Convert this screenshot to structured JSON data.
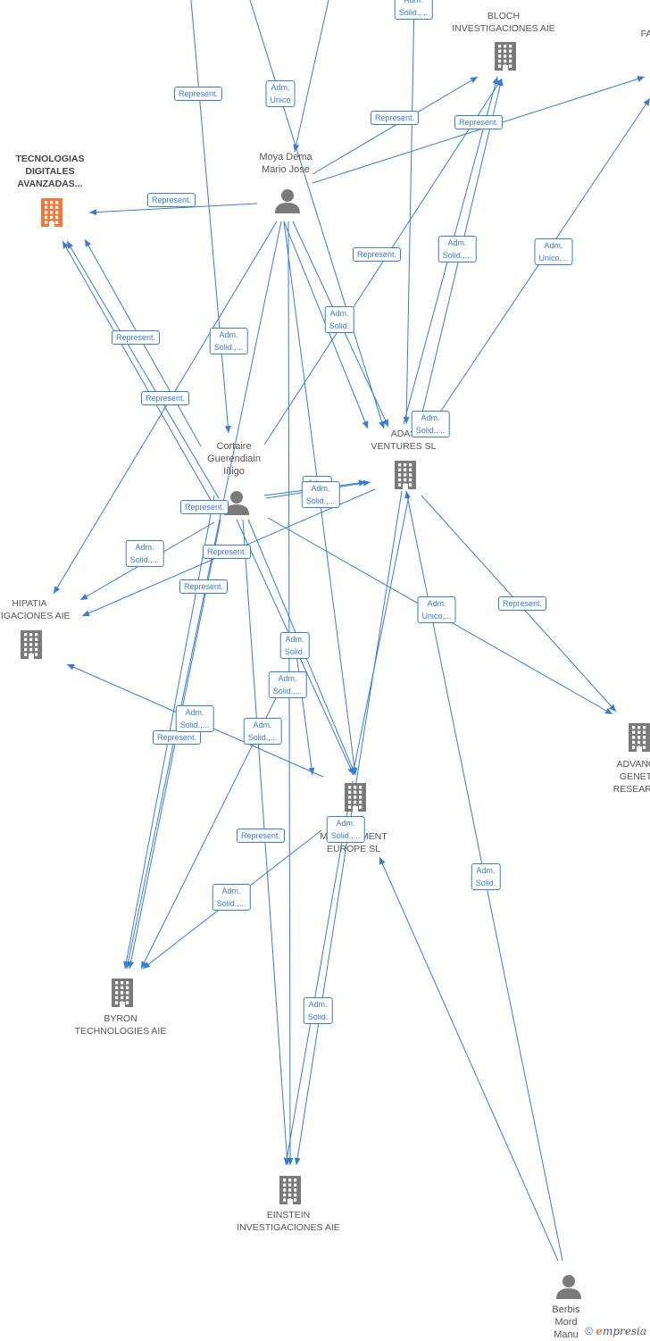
{
  "colors": {
    "edge": "#3a7bd5",
    "company_icon": "#7a7a7a",
    "focus_icon": "#f4773a",
    "person_icon": "#7a7a7a"
  },
  "nodes": [
    {
      "id": "tecnologias",
      "kind": "company",
      "focus": true,
      "lines": [
        "TECNOLOGIAS",
        "DIGITALES",
        "AVANZADAS..."
      ]
    },
    {
      "id": "bloch",
      "kind": "company",
      "lines": [
        "BLOCH",
        "INVESTIGACIONES AIE"
      ]
    },
    {
      "id": "fa",
      "kind": "company",
      "lines": [
        "FA"
      ]
    },
    {
      "id": "moya",
      "kind": "person",
      "lines": [
        "Moya Dema",
        "Mario Jose"
      ]
    },
    {
      "id": "adas",
      "kind": "company",
      "lines": [
        "ADAS",
        "VENTURES SL"
      ]
    },
    {
      "id": "cortaire",
      "kind": "person",
      "lines": [
        "Cortaire",
        "Guerendiain",
        "Iñigo"
      ]
    },
    {
      "id": "hipatia",
      "kind": "company",
      "lines": [
        "HIPATIA",
        "STIGACIONES AIE"
      ]
    },
    {
      "id": "advanc",
      "kind": "company",
      "lines": [
        "ADVANC",
        "GENET",
        "RESEARC"
      ]
    },
    {
      "id": "mgmt",
      "kind": "company",
      "lines": [
        "MANAGEMENT",
        "EUROPE SL"
      ]
    },
    {
      "id": "byron",
      "kind": "company",
      "lines": [
        "BYRON",
        "TECHNOLOGIES AIE"
      ]
    },
    {
      "id": "einstein",
      "kind": "company",
      "lines": [
        "EINSTEIN",
        "INVESTIGACIONES AIE"
      ]
    },
    {
      "id": "berbis",
      "kind": "person",
      "lines": [
        "Berbis",
        "Mord",
        "Manu"
      ]
    }
  ],
  "edge_labels": [
    {
      "lines": [
        "Adm.",
        "Solid.,..."
      ]
    },
    {
      "lines": [
        "Represent."
      ]
    },
    {
      "lines": [
        "Adm.",
        "Unico"
      ]
    },
    {
      "lines": [
        "Represent."
      ]
    },
    {
      "lines": [
        "Represent."
      ]
    },
    {
      "lines": [
        "Represent."
      ]
    },
    {
      "lines": [
        "Represent."
      ]
    },
    {
      "lines": [
        "Adm.",
        "Solid.,..."
      ]
    },
    {
      "lines": [
        "Adm.",
        "Unico,..."
      ]
    },
    {
      "lines": [
        "Adm.",
        "Solid."
      ]
    },
    {
      "lines": [
        "Represent."
      ]
    },
    {
      "lines": [
        "Adm.",
        "Solid.,..."
      ]
    },
    {
      "lines": [
        "Represent."
      ]
    },
    {
      "lines": [
        "Adm.",
        "Solid.,..."
      ]
    },
    {
      "lines": [
        "Adm.",
        "Solid."
      ]
    },
    {
      "lines": [
        "Adm.",
        "Solid.,..."
      ]
    },
    {
      "lines": [
        "Represent."
      ]
    },
    {
      "lines": [
        "Adm.",
        "Solid.,..."
      ]
    },
    {
      "lines": [
        "Represent."
      ]
    },
    {
      "lines": [
        "Represent."
      ]
    },
    {
      "lines": [
        "Adm.",
        "Unico,..."
      ]
    },
    {
      "lines": [
        "Adm.",
        "Solid."
      ]
    },
    {
      "lines": [
        "Represent."
      ]
    },
    {
      "lines": [
        "Adm.",
        "Solid.,..."
      ]
    },
    {
      "lines": [
        "Represent."
      ]
    },
    {
      "lines": [
        "Adm.",
        "Solid.,..."
      ]
    },
    {
      "lines": [
        "Adm.",
        "Solid.,..."
      ]
    },
    {
      "lines": [
        "Represent."
      ]
    },
    {
      "lines": [
        "Adm.",
        "Solid."
      ]
    },
    {
      "lines": [
        "Adm.",
        "Solid.,..."
      ]
    },
    {
      "lines": [
        "Adm.",
        "Solid.,..."
      ]
    },
    {
      "lines": [
        "Adm.",
        "Solid."
      ]
    }
  ],
  "footer": {
    "copyright": "©",
    "brand_e": "e",
    "brand_rest": "mpresia"
  }
}
